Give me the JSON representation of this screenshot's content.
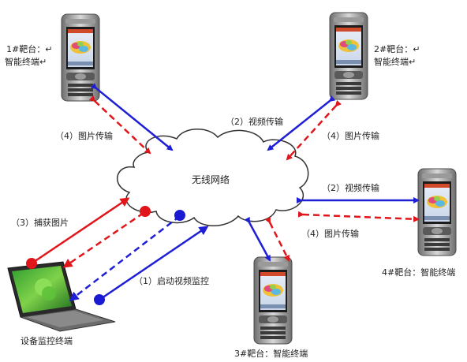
{
  "network": {
    "label": "无线网络"
  },
  "terminals": {
    "t1": {
      "label_line1": "1#靶台：↵",
      "label_line2": "智能终端↵"
    },
    "t2": {
      "label_line1": "2#靶台：↵",
      "label_line2": "智能终端↵"
    },
    "t3": {
      "label": "3#靶台：智能终端"
    },
    "t4": {
      "label": "4#靶台：智能终端"
    }
  },
  "laptop": {
    "label": "设备监控终端"
  },
  "links": {
    "l1_pic": "（4）图片传输",
    "l2_video": "（2）视频传输",
    "l2_pic": "（4）图片传输",
    "l4_video": "（2）视频传输",
    "l4_pic": "（4）图片传输",
    "capture": "（3）捕获图片",
    "start_monitor": "（1）启动视频监控"
  },
  "colors": {
    "video": "#1f1fd6",
    "picture": "#e0161b",
    "dot_red": "#e0161b",
    "dot_blue": "#1a1ad2"
  }
}
